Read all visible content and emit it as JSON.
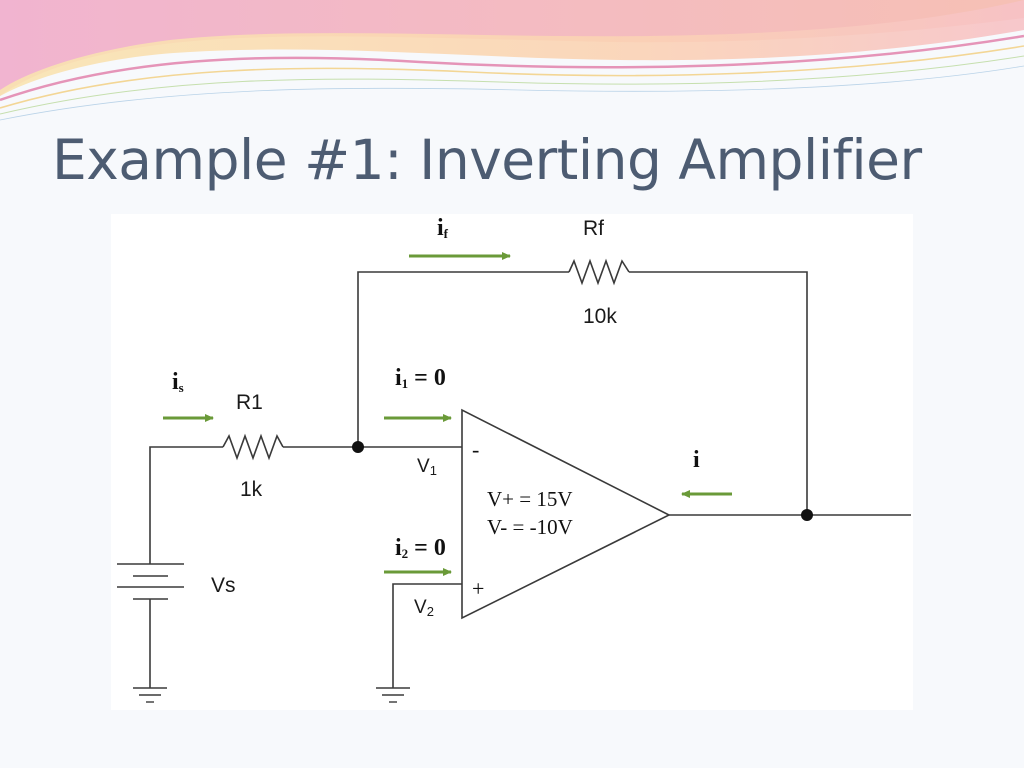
{
  "slide": {
    "title": "Example #1:  Inverting Amplifier"
  },
  "colors": {
    "title": "#4d5c72",
    "wire": "#3a3a3a",
    "arrow": "#6a9a38",
    "swoosh_pink": "#e87aa8",
    "swoosh_peach": "#f7c9a8",
    "swoosh_yellow": "#f5e6a0"
  },
  "diagram": {
    "resistor_r1": {
      "name": "R1",
      "value": "1k"
    },
    "resistor_rf": {
      "name": "Rf",
      "value": "10k"
    },
    "source": {
      "name": "Vs"
    },
    "node_v1": {
      "name": "V",
      "sub": "1"
    },
    "node_v2": {
      "name": "V",
      "sub": "2"
    },
    "opamp": {
      "minus_sign": "-",
      "plus_sign": "+",
      "supply_pos": "V+ = 15V",
      "supply_neg": "V- = -10V"
    },
    "currents": {
      "is": {
        "main": "i",
        "sub": "s"
      },
      "if": {
        "main": "i",
        "sub": "f"
      },
      "i1": {
        "main": "i",
        "sub": "1",
        "eq": " = 0"
      },
      "i2": {
        "main": "i",
        "sub": "2",
        "eq": " = 0"
      },
      "i_out": {
        "main": "i"
      }
    }
  }
}
